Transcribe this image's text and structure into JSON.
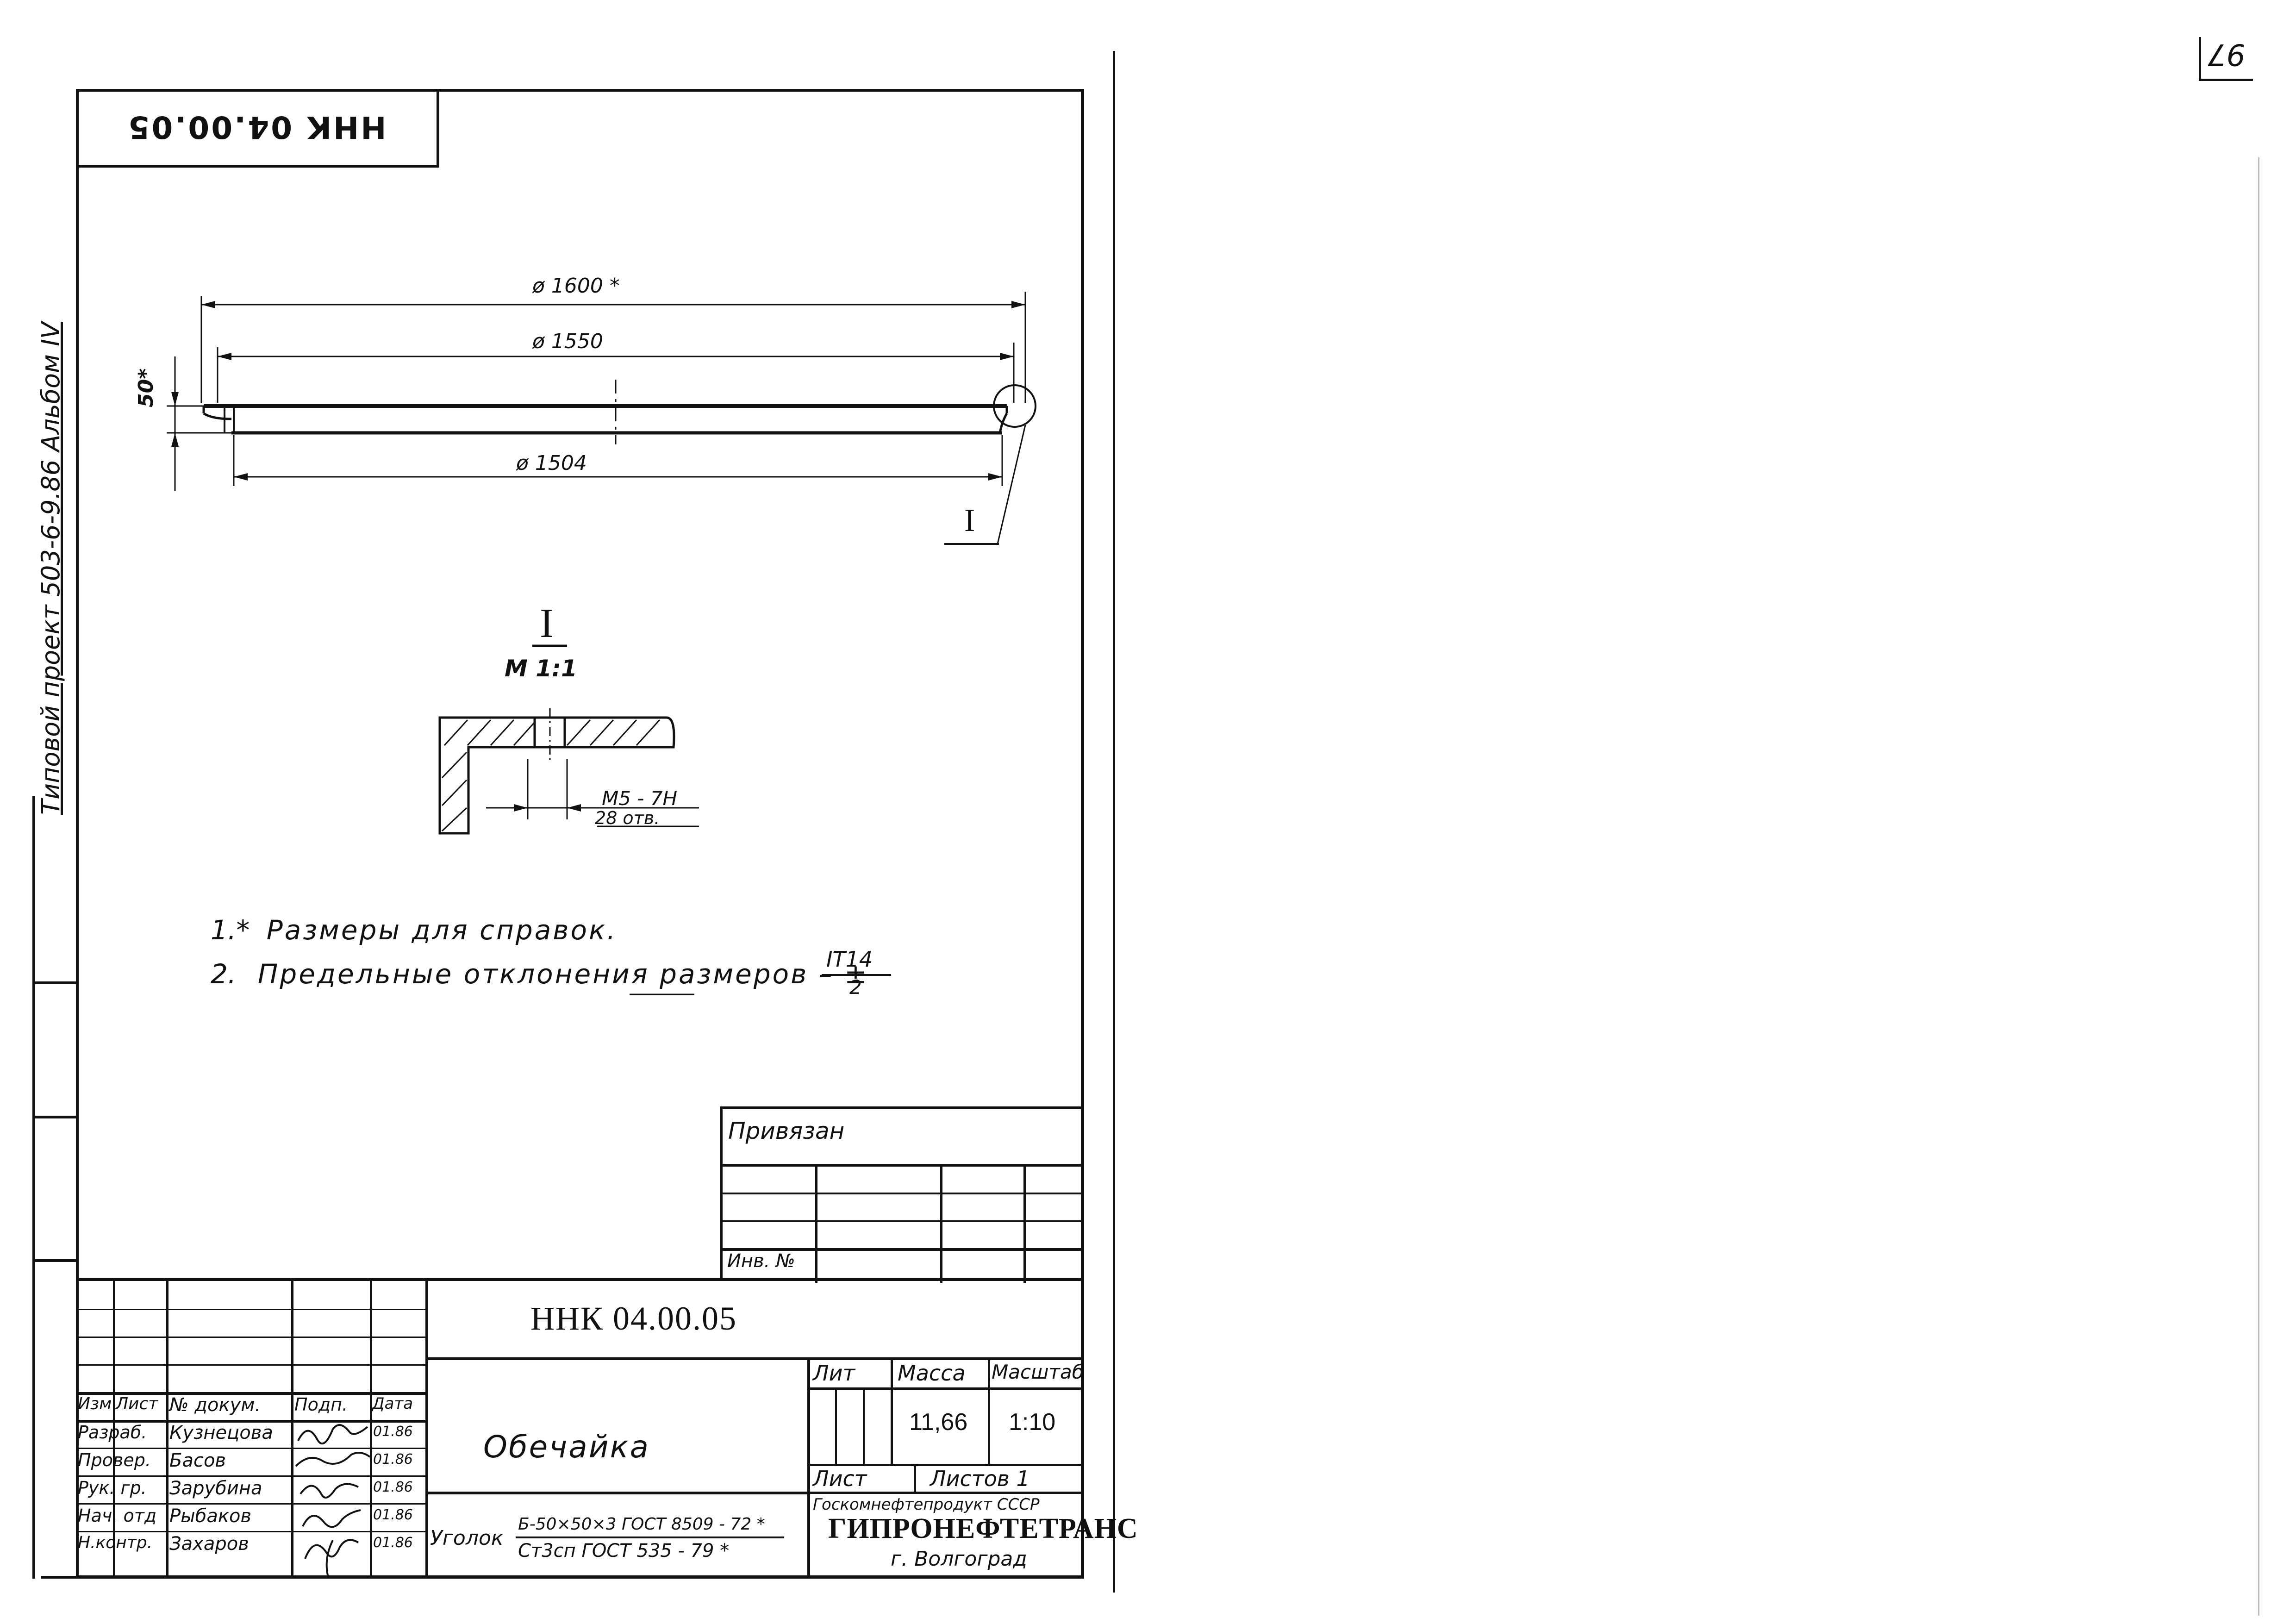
{
  "page_number": "97",
  "drawing_code_rotated": "ННК 04.00.05",
  "side_stamp": "Типовой проект 503-6-9.86 Альбом IV",
  "dimensions": {
    "d1600": "ø 1600 *",
    "d1550": "ø 1550",
    "d1504": "ø 1504",
    "h50": "50*"
  },
  "detail_marker": "I",
  "detail": {
    "title": "I",
    "scale": "М 1:1",
    "thread": "М5 - 7Н",
    "holes": "28 отв."
  },
  "notes": {
    "n1_num": "1.*",
    "n1_text": "Размеры для справок.",
    "n2_num": "2.",
    "n2_text": "Предельные отклонения размеров – ±",
    "n2_frac_top": "IT14",
    "n2_frac_bottom": "2"
  },
  "binding": {
    "label": "Привязан",
    "inv": "Инв. №"
  },
  "title_block": {
    "designation": "ННК 04.00.05",
    "part_name": "Обечайка",
    "lit_label": "Лит",
    "mass_label": "Масса",
    "scale_label": "Масштаб",
    "mass_value": "11,66",
    "scale_value": "1:10",
    "sheet_label": "Лист",
    "sheets_label": "Листов 1",
    "material_prefix": "Уголок",
    "material_top": "Б-50×50×3 ГОСТ 8509 - 72 *",
    "material_bottom": "Ст3сп ГОСТ 535 - 79 *",
    "org_top": "Госкомнефтепродукт СССР",
    "org_name": "ГИПРОНЕФТЕТРАНС",
    "org_city": "г. Волгоград",
    "header": {
      "izm": "Изм",
      "list": "Лист",
      "doc": "№ докум.",
      "sign": "Подп.",
      "date": "Дата"
    },
    "rows": [
      {
        "role": "Разраб.",
        "name": "Кузнецова",
        "date": "01.86"
      },
      {
        "role": "Провер.",
        "name": "Басов",
        "date": "01.86"
      },
      {
        "role": "Рук. гр.",
        "name": "Зарубина",
        "date": "01.86"
      },
      {
        "role": "Нач. отд",
        "name": "Рыбаков",
        "date": "01.86"
      },
      {
        "role": "Н.контр.",
        "name": "Захаров",
        "date": "01.86"
      }
    ]
  }
}
